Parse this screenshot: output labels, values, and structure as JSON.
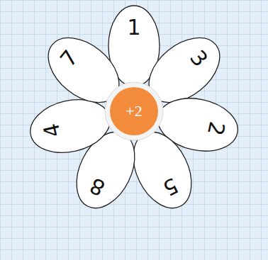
{
  "diagram": {
    "nodes": [
      {
        "text": [
          "+2"
        ]
      },
      {
        "text": [
          "1"
        ]
      },
      {
        "text": [
          "3"
        ]
      },
      {
        "text": [
          "2"
        ]
      },
      {
        "text": [
          "5"
        ]
      },
      {
        "text": [
          "8"
        ]
      },
      {
        "text": [
          "4"
        ]
      },
      {
        "text": [
          "7"
        ]
      }
    ]
  }
}
